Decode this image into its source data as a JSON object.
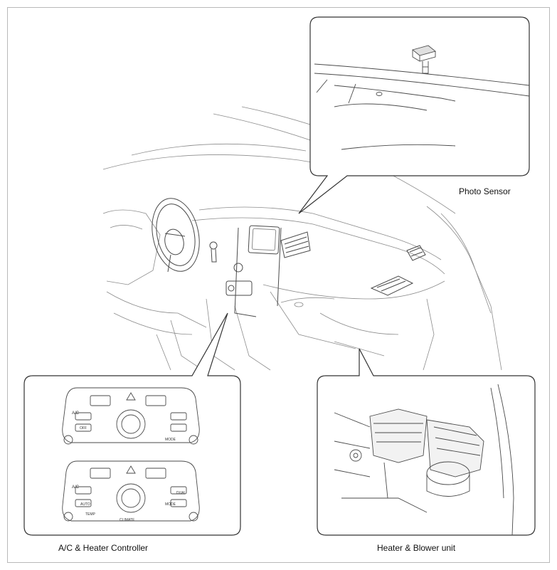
{
  "labels": {
    "photo_sensor": "Photo Sensor",
    "controller": "A/C & Heater Controller",
    "heater_unit": "Heater & Blower unit"
  },
  "controller_panel_text": {
    "ac": "A/C",
    "off": "OFF",
    "mode": "MODE",
    "temp": "TEMP",
    "auto": "AUTO",
    "dual": "DUAL",
    "climate": "CLIMATE"
  },
  "colors": {
    "line": "#4a4a4a",
    "light_line": "#9a9a9a",
    "frame": "#b9b9b9"
  }
}
